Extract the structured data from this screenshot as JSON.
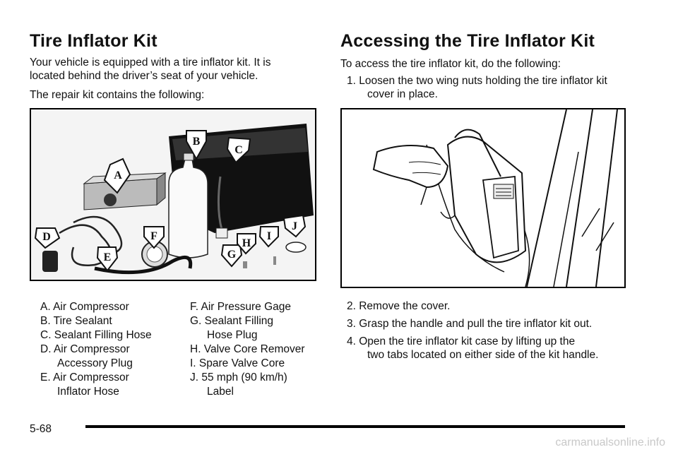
{
  "left": {
    "heading": "Tire Inflator Kit",
    "intro_line1": "Your vehicle is equipped with a tire inflator kit. It is",
    "intro_line2": "located behind the driver’s seat of your vehicle.",
    "contains": "The repair kit contains the following:",
    "figure_labels": [
      "A",
      "B",
      "C",
      "D",
      "E",
      "F",
      "G",
      "H",
      "I",
      "J"
    ],
    "parts_col1": [
      {
        "line1": "A.  Air Compressor"
      },
      {
        "line1": "B.  Tire Sealant"
      },
      {
        "line1": "C.  Sealant Filling Hose"
      },
      {
        "line1": "D.  Air Compressor",
        "line2": "Accessory Plug"
      },
      {
        "line1": "E.  Air Compressor",
        "line2": "Inflator Hose"
      }
    ],
    "parts_col2": [
      {
        "line1": "F.  Air Pressure Gage"
      },
      {
        "line1": "G.  Sealant Filling",
        "line2": "Hose Plug"
      },
      {
        "line1": "H.  Valve Core Remover"
      },
      {
        "line1": "I.  Spare Valve Core"
      },
      {
        "line1": "J.  55 mph (90 km/h)",
        "line2": "Label"
      }
    ]
  },
  "right": {
    "heading": "Accessing the Tire Inflator Kit",
    "intro": "To access the tire inflator kit, do the following:",
    "steps": [
      {
        "line1": "1.  Loosen the two wing nuts holding the tire inflator kit",
        "line2": "cover in place."
      },
      {
        "line1": "2.  Remove the cover."
      },
      {
        "line1": "3.  Grasp the handle and pull the tire inflator kit out."
      },
      {
        "line1": "4.  Open the tire inflator kit case by lifting up the",
        "line2": "two tabs located on either side of the kit handle."
      }
    ]
  },
  "footer": {
    "page_number": "5-68",
    "watermark": "carmanualsonline.info"
  }
}
